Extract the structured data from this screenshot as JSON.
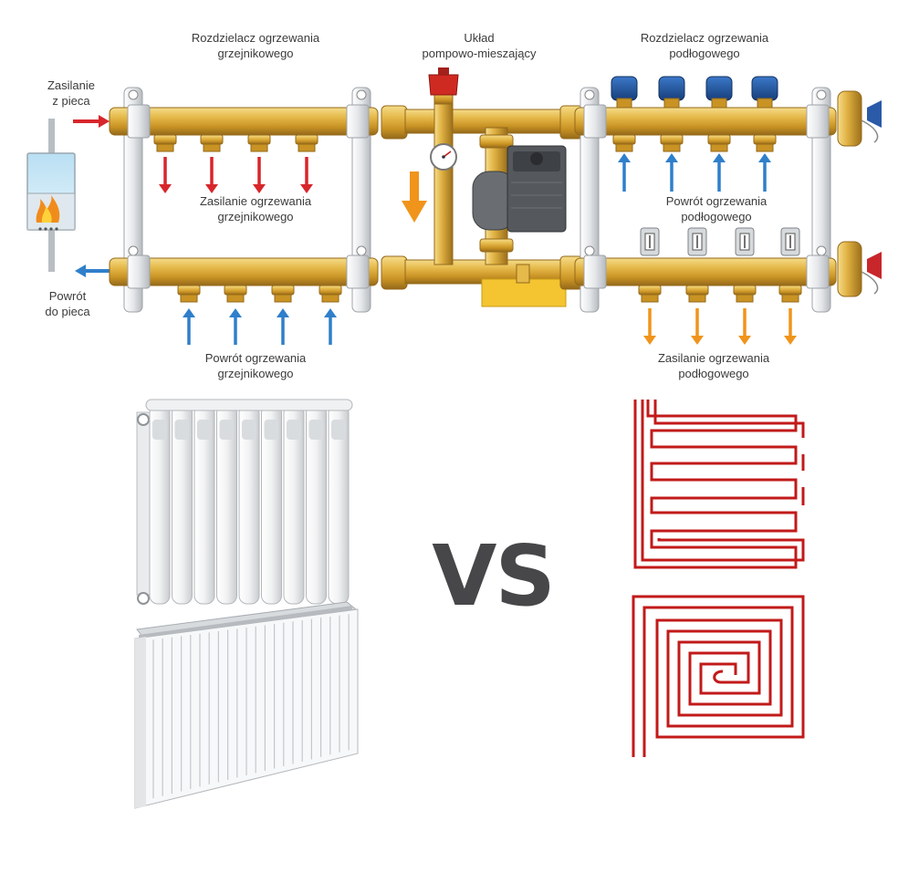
{
  "labels": {
    "radiator_manifold": [
      "Rozdzielacz ogrzewania",
      "grzejnikowego"
    ],
    "pump_mixing": [
      "Układ",
      "pompowo-mieszający"
    ],
    "floor_manifold": [
      "Rozdzielacz ogrzewania",
      "podłogowego"
    ],
    "supply_from_boiler": [
      "Zasilanie",
      "z pieca"
    ],
    "return_to_boiler": [
      "Powrót",
      "do pieca"
    ],
    "radiator_supply": [
      "Zasilanie ogrzewania",
      "grzejnikowego"
    ],
    "radiator_return": [
      "Powrót ogrzewania",
      "grzejnikowego"
    ],
    "floor_return": [
      "Powrót ogrzewania",
      "podłogowego"
    ],
    "floor_supply": [
      "Zasilanie ogrzewania",
      "podłogowego"
    ]
  },
  "vs_text": "VS",
  "colors": {
    "brass": "#d9a92c",
    "brass_dark": "#a9781a",
    "supply_arrow": "#d8262b",
    "return_arrow": "#2f7fcb",
    "mix_arrow": "#f0941b",
    "floor_pipe": "#c21a1a",
    "pump_body": "#5a5d61",
    "vs_text": "#47474a"
  },
  "icons": [
    "boiler-icon",
    "flame-icon",
    "pump-icon",
    "pressure-gauge-icon",
    "valve-handle-icon",
    "flow-meter-icon",
    "aluminium-radiator-icon",
    "panel-radiator-icon",
    "serpentine-floor-loop-icon",
    "spiral-floor-loop-icon"
  ]
}
